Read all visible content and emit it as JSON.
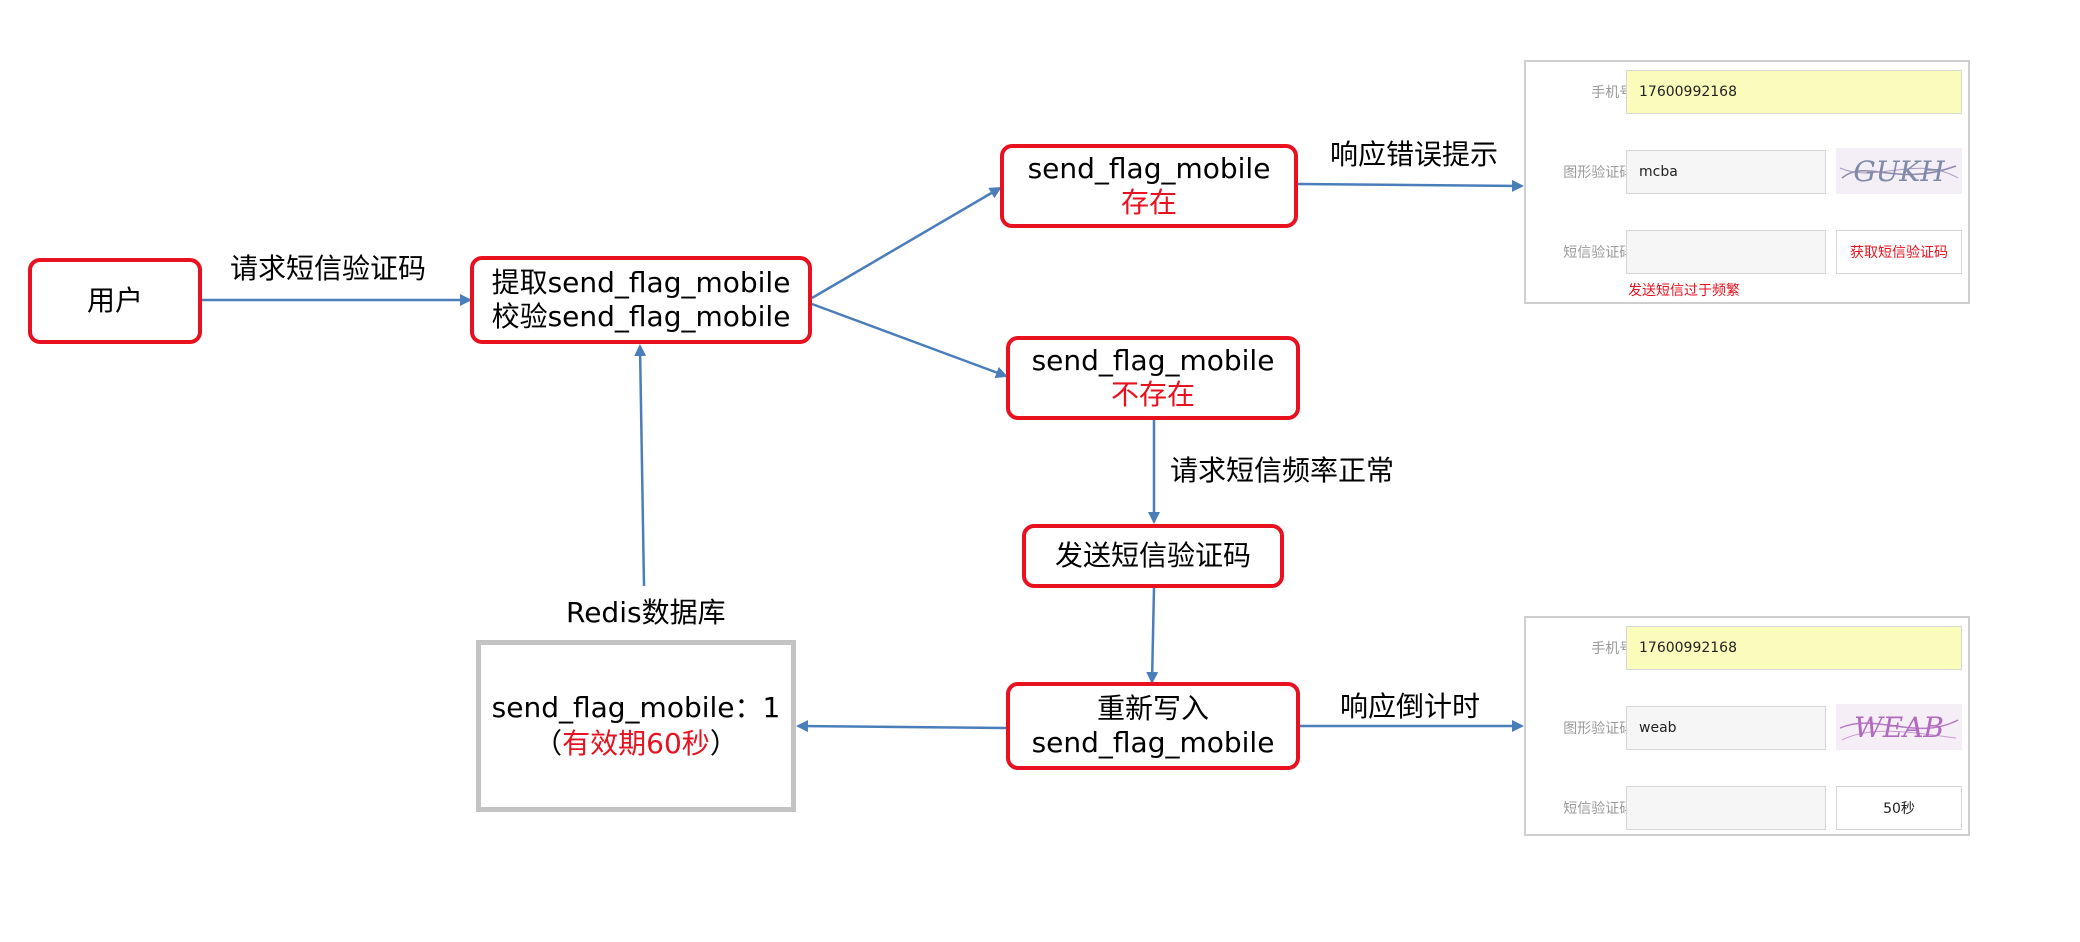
{
  "nodes": {
    "user": "用户",
    "fetch_line1": "提取send_flag_mobile",
    "fetch_line2": "校验send_flag_mobile",
    "exists_line1": "send_flag_mobile",
    "exists_line2": "存在",
    "not_exists_line1": "send_flag_mobile",
    "not_exists_line2": "不存在",
    "send_sms": "发送短信验证码",
    "rewrite_line1": "重新写入",
    "rewrite_line2": "send_flag_mobile",
    "redis_line1": "send_flag_mobile：1",
    "redis_paren_open": "（",
    "redis_ttl": "有效期60秒",
    "redis_paren_close": "）"
  },
  "labels": {
    "request_sms": "请求短信验证码",
    "error_response": "响应错误提示",
    "frequency_ok": "请求短信频率正常",
    "redis_db": "Redis数据库",
    "countdown_response": "响应倒计时"
  },
  "panel_error": {
    "phone_label": "手机号:",
    "phone_value": "17600992168",
    "captcha_label": "图形验证码:",
    "captcha_value": "mcba",
    "captcha_image_text": "GUKH",
    "sms_label": "短信验证码:",
    "sms_value": "",
    "sms_button": "获取短信验证码",
    "error_message": "发送短信过于频繁"
  },
  "panel_countdown": {
    "phone_label": "手机号:",
    "phone_value": "17600992168",
    "captcha_label": "图形验证码:",
    "captcha_value": "weab",
    "captcha_image_text": "WEAB",
    "sms_label": "短信验证码:",
    "sms_value": "",
    "countdown_button": "50秒"
  },
  "colors": {
    "node_border": "#e8111f",
    "arrow": "#4a7ebb",
    "redis_border": "#c3c3c3",
    "highlight_text": "#e8111f"
  }
}
